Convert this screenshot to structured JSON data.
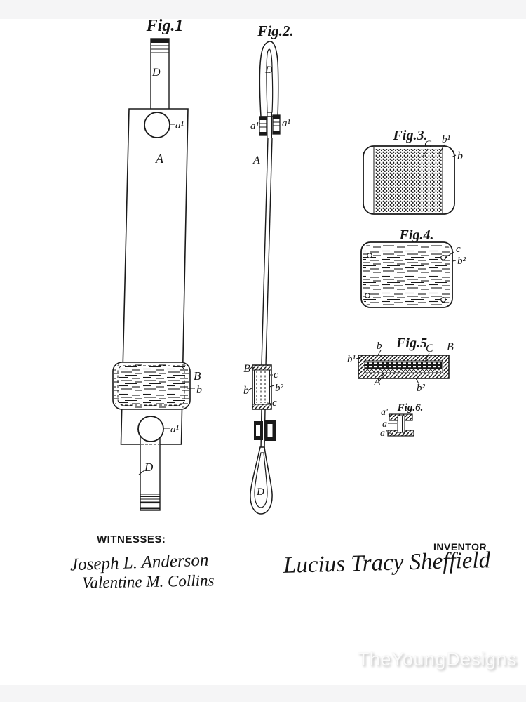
{
  "figures": {
    "fig1": {
      "title": "Fig.1",
      "strap_top": "D",
      "rivet_top": "a¹",
      "board": "A",
      "pad": "B",
      "pad_edge": "b",
      "rivet_bottom": "a¹",
      "strap_bottom": "D"
    },
    "fig2": {
      "title": "Fig.2.",
      "loop_top": "D",
      "clip_left": "a¹",
      "clip_right": "a¹",
      "strip": "A",
      "block": "B",
      "screw_top": "c",
      "block_edge": "b",
      "plate_b2": "b²",
      "screw_bottom": "c",
      "loop_bottom": "D"
    },
    "fig3": {
      "title": "Fig.3.",
      "cover": "C",
      "plate_b1": "b¹",
      "edge_b": "b"
    },
    "fig4": {
      "title": "Fig.4.",
      "screw_c": "c",
      "plate_b2": "b²"
    },
    "fig5": {
      "title": "Fig.5",
      "edge_b": "b",
      "cover": "C",
      "block": "B",
      "plate_b1": "b¹",
      "board_a": "A",
      "plate_b2": "b²"
    },
    "fig6": {
      "title": "Fig.6.",
      "flange_top": "a'",
      "web": "a",
      "flange_bottom": "a'"
    }
  },
  "signature_block": {
    "witnesses_heading": "WITNESSES:",
    "witnesses": [
      "Joseph L. Anderson",
      "Valentine M. Collins"
    ],
    "inventor_heading": "INVENTOR",
    "inventor_signature": "Lucius Tracy Sheffield"
  },
  "watermark": {
    "text": "TheYoungDesigns"
  },
  "colors": {
    "ink": "#1a1a1a",
    "paper": "#ffffff",
    "margin_band": "#f5f5f6"
  }
}
